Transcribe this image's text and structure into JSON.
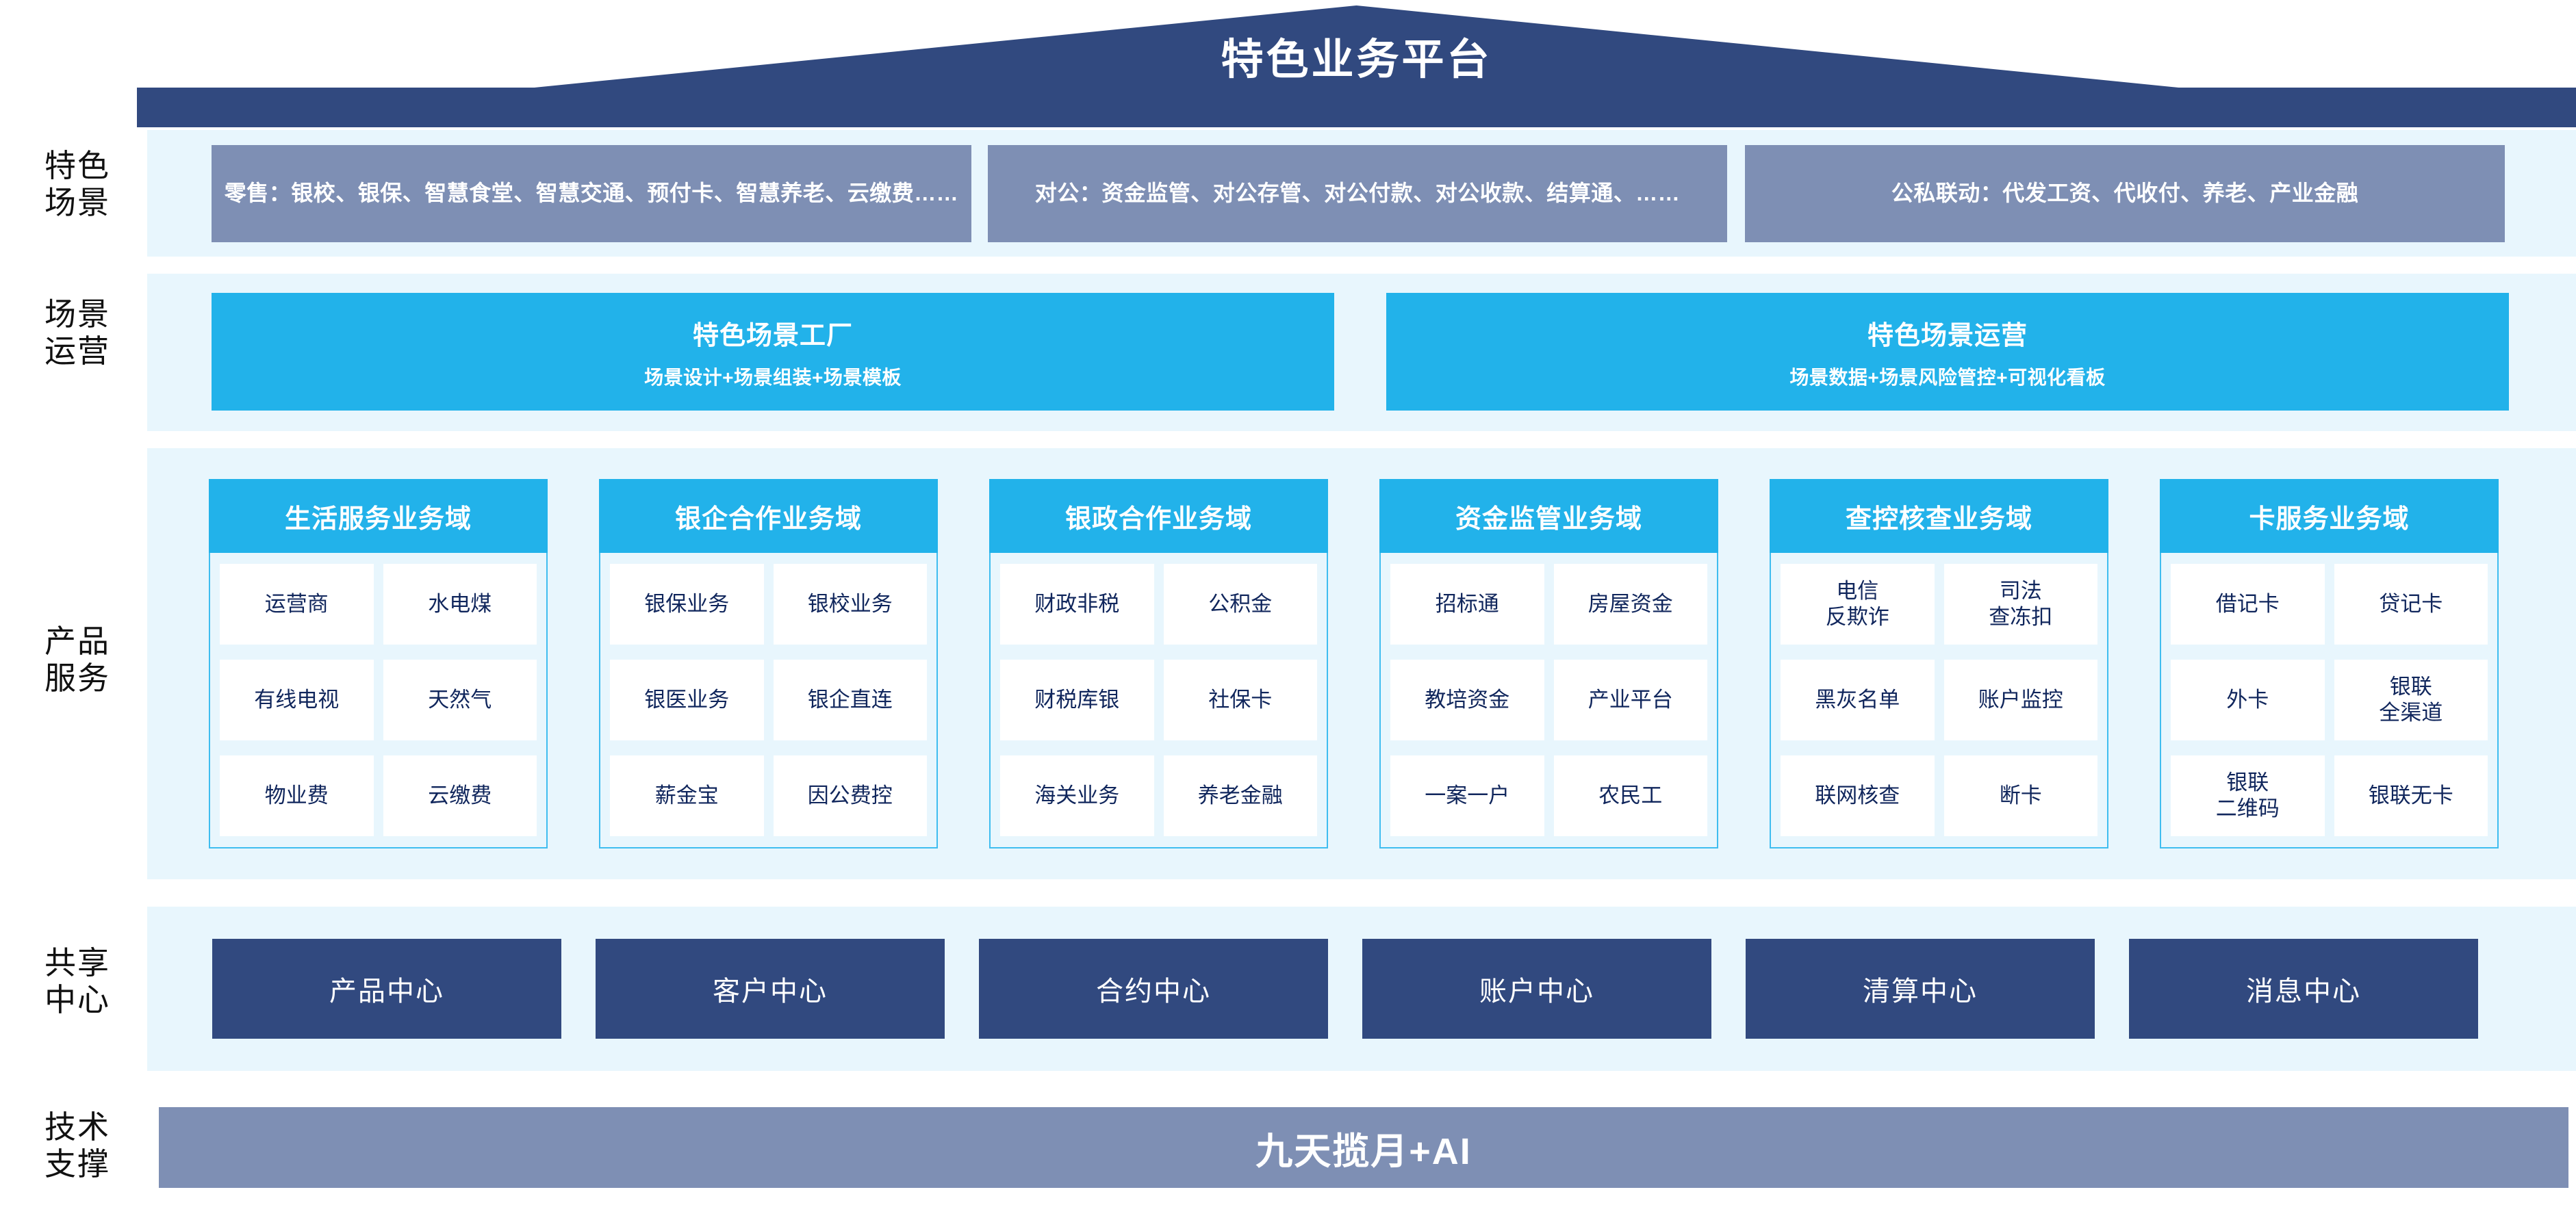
{
  "header": {
    "title": "特色业务平台",
    "banner_color": "#31497f"
  },
  "row_labels": {
    "scenarios": "特色\n场景",
    "operations": "场景\n运营",
    "products": "产品\n服务",
    "shared": "共享\n中心",
    "tech": "技术\n支撑"
  },
  "scenarios": {
    "boxes": [
      {
        "text": "零售：银校、银保、智慧食堂、智慧交通、预付卡、智慧养老、云缴费……"
      },
      {
        "text": "对公：资金监管、对公存管、对公付款、对公收款、结算通、……"
      },
      {
        "text": "公私联动：代发工资、代收付、养老、产业金融"
      }
    ],
    "box_color": "#7e8fb4"
  },
  "operations": {
    "boxes": [
      {
        "title": "特色场景工厂",
        "subtitle": "场景设计+场景组装+场景模板"
      },
      {
        "title": "特色场景运营",
        "subtitle": "场景数据+场景风险管控+可视化看板"
      }
    ],
    "box_color": "#22b2ea"
  },
  "products": {
    "accent_color": "#22b2ea",
    "columns": [
      {
        "title": "生活服务业务域",
        "rows": [
          [
            "运营商",
            "水电煤"
          ],
          [
            "有线电视",
            "天然气"
          ],
          [
            "物业费",
            "云缴费"
          ]
        ]
      },
      {
        "title": "银企合作业务域",
        "rows": [
          [
            "银保业务",
            "银校业务"
          ],
          [
            "银医业务",
            "银企直连"
          ],
          [
            "薪金宝",
            "因公费控"
          ]
        ]
      },
      {
        "title": "银政合作业务域",
        "rows": [
          [
            "财政非税",
            "公积金"
          ],
          [
            "财税库银",
            "社保卡"
          ],
          [
            "海关业务",
            "养老金融"
          ]
        ]
      },
      {
        "title": "资金监管业务域",
        "rows": [
          [
            "招标通",
            "房屋资金"
          ],
          [
            "教培资金",
            "产业平台"
          ],
          [
            "一案一户",
            "农民工"
          ]
        ]
      },
      {
        "title": "查控核查业务域",
        "rows": [
          [
            "电信\n反欺诈",
            "司法\n查冻扣"
          ],
          [
            "黑灰名单",
            "账户监控"
          ],
          [
            "联网核查",
            "断卡"
          ]
        ]
      },
      {
        "title": "卡服务业务域",
        "rows": [
          [
            "借记卡",
            "贷记卡"
          ],
          [
            "外卡",
            "银联\n全渠道"
          ],
          [
            "银联\n二维码",
            "银联无卡"
          ]
        ]
      }
    ]
  },
  "shared": {
    "box_color": "#31497f",
    "boxes": [
      "产品中心",
      "客户中心",
      "合约中心",
      "账户中心",
      "清算中心",
      "消息中心"
    ]
  },
  "tech": {
    "label": "九天揽月+AI",
    "bar_color": "#7e8fb4"
  }
}
